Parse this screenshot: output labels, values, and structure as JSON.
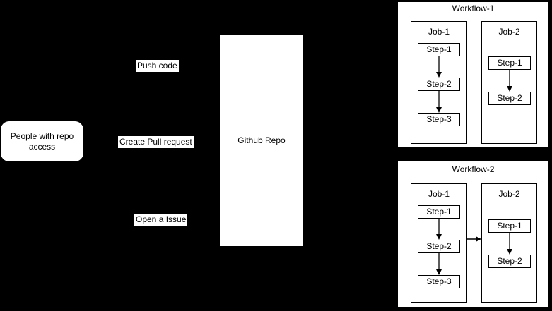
{
  "colors": {
    "background": "#000000",
    "shape_fill": "#ffffff",
    "shape_border": "#000000",
    "text": "#000000",
    "arrow_shaft": "#5c5c5c",
    "arrow_head": "#000000"
  },
  "nodes": {
    "people": {
      "label": "People with repo access"
    },
    "repo": {
      "label": "Github Repo"
    }
  },
  "edge_labels": [
    {
      "label": "Push code"
    },
    {
      "label": "Create Pull request"
    },
    {
      "label": "Open a Issue"
    }
  ],
  "workflows": [
    {
      "title": "Workflow-1",
      "jobs": [
        {
          "title": "Job-1",
          "steps": [
            "Step-1",
            "Step-2",
            "Step-3"
          ]
        },
        {
          "title": "Job-2",
          "steps": [
            "Step-1",
            "Step-2"
          ]
        }
      ]
    },
    {
      "title": "Workflow-2",
      "jobs": [
        {
          "title": "Job-1",
          "steps": [
            "Step-1",
            "Step-2",
            "Step-3"
          ]
        },
        {
          "title": "Job-2",
          "steps": [
            "Step-1",
            "Step-2"
          ]
        }
      ]
    }
  ]
}
